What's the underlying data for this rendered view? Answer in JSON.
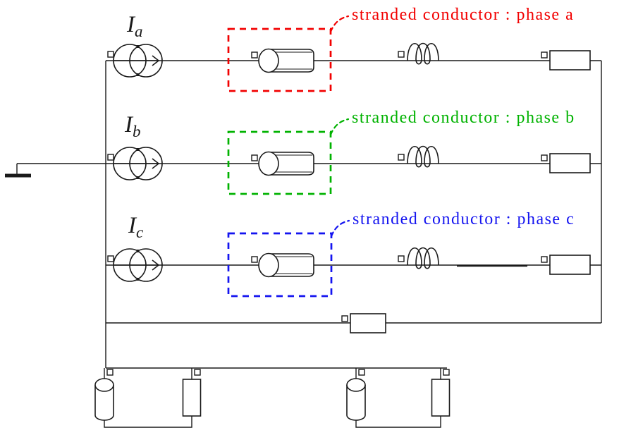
{
  "figure": {
    "background": "#ffffff",
    "line_color": "#1a1a1a",
    "phases": [
      {
        "id": "a",
        "label": "I",
        "subscript": "a",
        "annotation": "stranded conductor : phase a",
        "color": "#f20000"
      },
      {
        "id": "b",
        "label": "I",
        "subscript": "b",
        "annotation": "stranded conductor : phase b",
        "color": "#00b200"
      },
      {
        "id": "c",
        "label": "I",
        "subscript": "c",
        "annotation": "stranded conductor : phase c",
        "color": "#1414f0"
      }
    ],
    "components": {
      "per_phase": [
        "current-source",
        "stranded-conductor",
        "inductor",
        "resistor"
      ],
      "neutral_branch": [
        "resistor"
      ],
      "shunt_branches": [
        [
          "stranded-conductor-vertical",
          "resistor-vertical"
        ],
        [
          "stranded-conductor-vertical",
          "resistor-vertical"
        ]
      ],
      "ground": "ground-symbol"
    }
  }
}
